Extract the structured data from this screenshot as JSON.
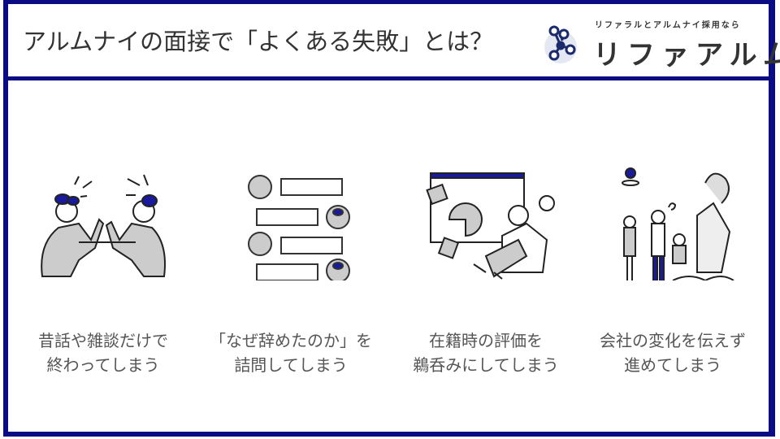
{
  "header": {
    "title": "アルムナイの面接で「よくある失敗」とは？"
  },
  "logo": {
    "tagline": "リファラルとアルムナイ採用なら",
    "name": "リファアルム"
  },
  "colors": {
    "border": "#0b0b84",
    "accent": "#1a1a8c",
    "text": "#555555"
  },
  "failures": [
    {
      "line1": "昔話や雑談だけで",
      "line2": "終わってしまう",
      "icon": "two-people-chatting-illustration"
    },
    {
      "line1": "「なぜ辞めたのか」を",
      "line2": "詰問してしまう",
      "icon": "interview-dialogue-illustration"
    },
    {
      "line1": "在籍時の評価を",
      "line2": "鵜呑みにしてしまう",
      "icon": "frustrated-person-illustration"
    },
    {
      "line1": "会社の変化を伝えず",
      "line2": "進めてしまう",
      "icon": "confused-people-ruins-illustration"
    }
  ]
}
